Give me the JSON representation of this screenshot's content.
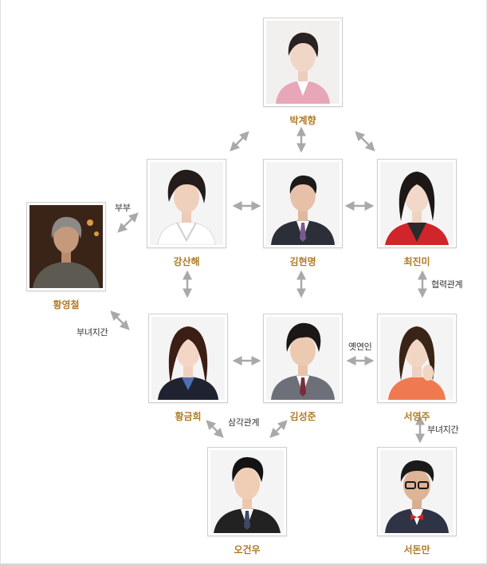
{
  "people": {
    "park_gyehyang": "박계향",
    "kang_sanhae": "강산해",
    "kim_hyunmyung": "김현명",
    "choi_jinmi": "최진미",
    "hwang_youngchul": "황영철",
    "hwang_geumhee": "황금희",
    "kim_sungjun": "김성준",
    "seo_youngju": "서영주",
    "oh_geonwoo": "오건우",
    "seo_donman": "서돈만"
  },
  "relations": {
    "spouses": "부부",
    "parent_child_left": "부녀지간",
    "cooperation": "협력관계",
    "ex_lovers": "옛연인",
    "love_triangle": "삼각관계",
    "parent_child_right": "부녀지간"
  },
  "colors": {
    "name": "#b07a22",
    "arrow": "#a9a9a9",
    "border": "#cfcfcf"
  },
  "icons": [
    "double-arrow-icon",
    "person-photo-icon"
  ]
}
